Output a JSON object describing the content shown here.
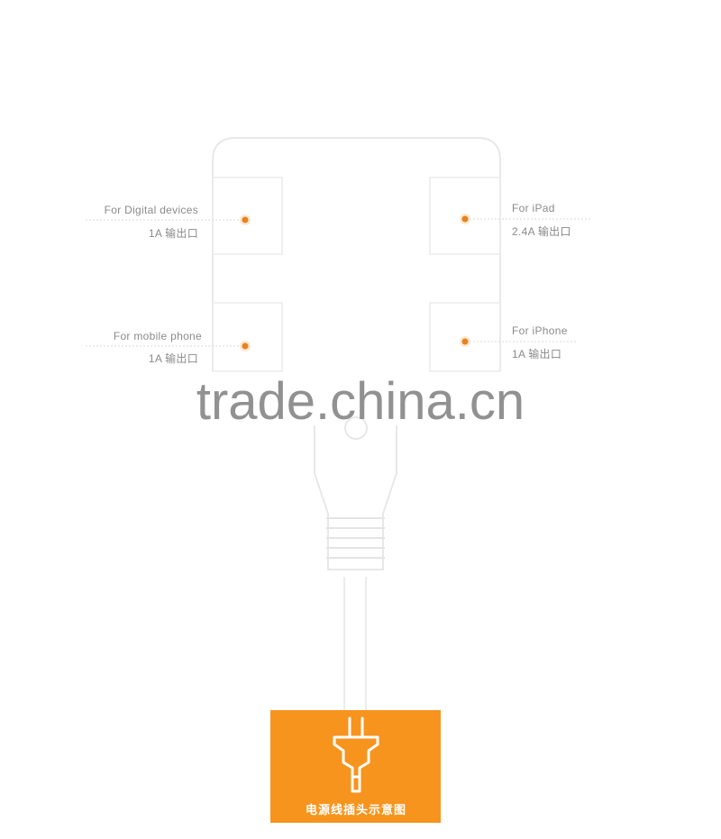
{
  "ports": [
    {
      "name": "For Digital devices",
      "output": "1A  输出口"
    },
    {
      "name": "For iPad",
      "output": "2.4A  输出口"
    },
    {
      "name": "For mobile phone",
      "output": "1A  输出口"
    },
    {
      "name": "For iPhone",
      "output": "1A  输出口"
    }
  ],
  "plug_caption": "电源线插头示意图",
  "watermark": "trade.china.cn",
  "colors": {
    "accent": "#f7941d",
    "dot": "#e8821e",
    "outline": "#e6e6e6",
    "label": "#8a8a8a",
    "watermark": "#8c8c8c"
  },
  "icons": [
    "plug-icon"
  ]
}
